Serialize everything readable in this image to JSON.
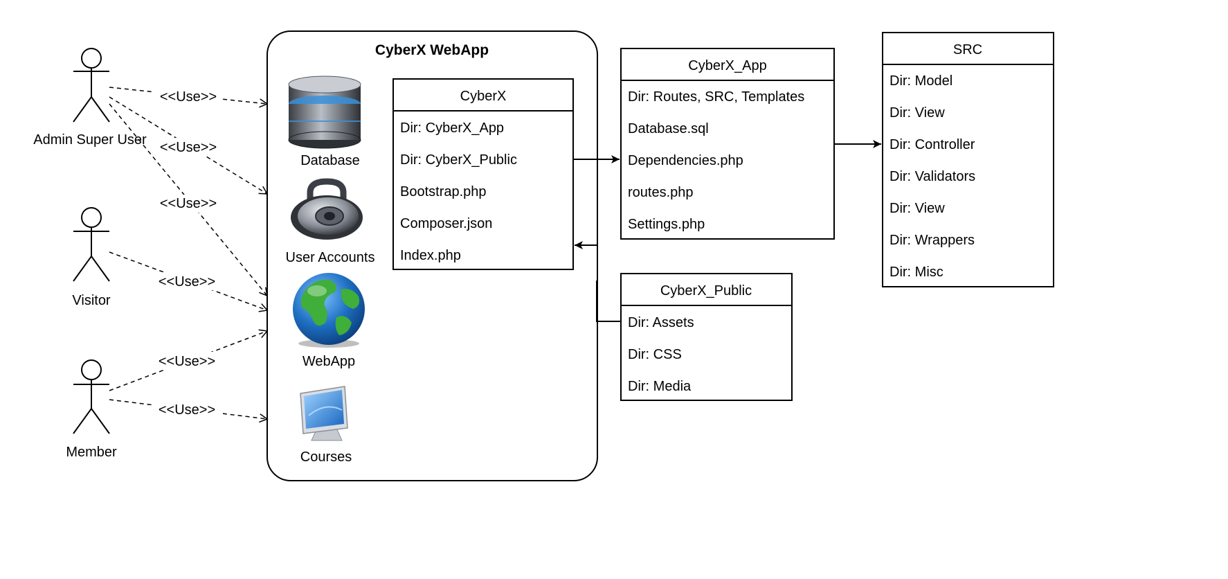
{
  "actors": {
    "admin": "Admin Super User",
    "visitor": "Visitor",
    "member": "Member"
  },
  "use_label": "<<Use>>",
  "webapp_box": {
    "title": "CyberX WebApp",
    "components": {
      "database": {
        "label": "Database",
        "icon": "database-icon"
      },
      "accounts": {
        "label": "User Accounts",
        "icon": "lock-icon"
      },
      "webapp": {
        "label": "WebApp",
        "icon": "globe-icon"
      },
      "courses": {
        "label": "Courses",
        "icon": "monitor-icon"
      }
    }
  },
  "classes": {
    "cyberx": {
      "title": "CyberX",
      "rows": [
        "Dir: CyberX_App",
        "Dir: CyberX_Public",
        "Bootstrap.php",
        "Composer.json",
        "Index.php"
      ]
    },
    "cyberx_app": {
      "title": "CyberX_App",
      "rows": [
        "Dir: Routes, SRC, Templates",
        "Database.sql",
        "Dependencies.php",
        "routes.php",
        "Settings.php"
      ]
    },
    "cyberx_public": {
      "title": "CyberX_Public",
      "rows": [
        "Dir: Assets",
        "Dir: CSS",
        "Dir: Media"
      ]
    },
    "src": {
      "title": "SRC",
      "rows": [
        "Dir: Model",
        "Dir: View",
        "Dir: Controller",
        "Dir: Validators",
        "Dir: View",
        "Dir: Wrappers",
        "Dir: Misc"
      ]
    }
  },
  "colors": {
    "line": "#000000",
    "db_blue": "#3a8fd8",
    "globe_ocean": "#1e6fc2",
    "globe_land": "#3fae3a",
    "screen_blue": "#2a7fd6"
  }
}
